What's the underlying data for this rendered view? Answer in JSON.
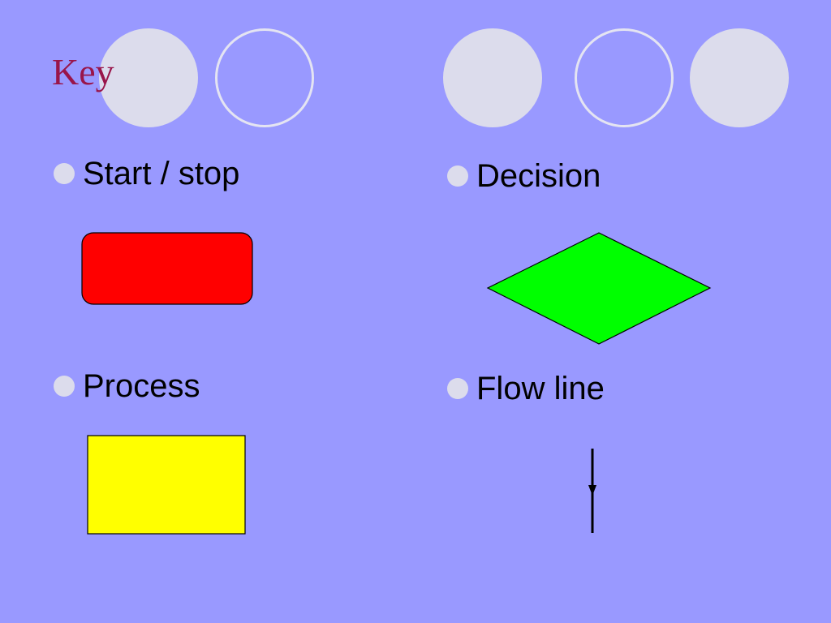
{
  "slide": {
    "title": "Key"
  },
  "items": [
    {
      "label": "Start / stop",
      "shape": "rounded-rectangle",
      "fill": "#ff0000"
    },
    {
      "label": "Process",
      "shape": "rectangle",
      "fill": "#ffff00"
    },
    {
      "label": "Decision",
      "shape": "diamond",
      "fill": "#00ff00"
    },
    {
      "label": "Flow line",
      "shape": "arrow-line",
      "fill": "#000000"
    }
  ],
  "colors": {
    "background": "#9999ff",
    "title": "#99154a",
    "decor_circle": "#dcdcec",
    "bullet": "#dcdcec",
    "outline": "#000000"
  }
}
